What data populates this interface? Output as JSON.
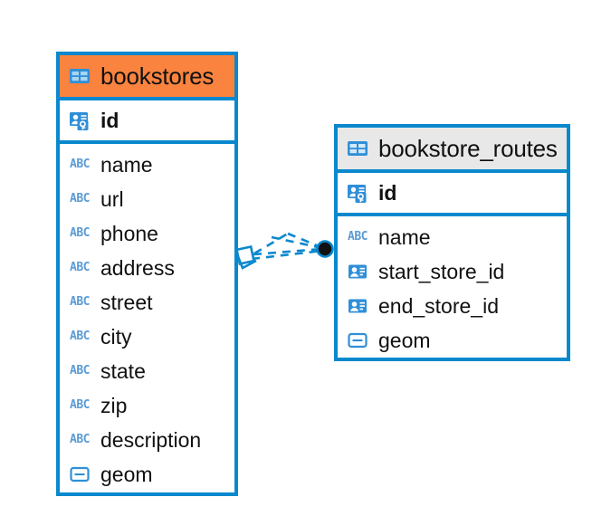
{
  "diagram": {
    "type": "entity-relationship-diagram",
    "background": "#ffffff",
    "accent_color": "#0a88ce",
    "highlight_color": "#f9833f",
    "header_gray": "#e8e8e8",
    "icon_blue": "#2f8fd8",
    "abc_blue": "#5b9bd5"
  },
  "entities": [
    {
      "name": "bookstores",
      "title": "bookstores",
      "header_style": "orange",
      "table_icon": "table-icon",
      "primary_key": {
        "label": "id",
        "icon": "primary-key-icon"
      },
      "fields": [
        {
          "label": "name",
          "icon": "abc-text-icon",
          "icon_text": "ABC"
        },
        {
          "label": "url",
          "icon": "abc-text-icon",
          "icon_text": "ABC"
        },
        {
          "label": "phone",
          "icon": "abc-text-icon",
          "icon_text": "ABC"
        },
        {
          "label": "address",
          "icon": "abc-text-icon",
          "icon_text": "ABC"
        },
        {
          "label": "street",
          "icon": "abc-text-icon",
          "icon_text": "ABC"
        },
        {
          "label": "city",
          "icon": "abc-text-icon",
          "icon_text": "ABC"
        },
        {
          "label": "state",
          "icon": "abc-text-icon",
          "icon_text": "ABC"
        },
        {
          "label": "zip",
          "icon": "abc-text-icon",
          "icon_text": "ABC"
        },
        {
          "label": "description",
          "icon": "abc-text-icon",
          "icon_text": "ABC"
        },
        {
          "label": "geom",
          "icon": "geometry-icon",
          "icon_text": ""
        }
      ]
    },
    {
      "name": "bookstore_routes",
      "title": "bookstore_routes",
      "header_style": "gray",
      "table_icon": "table-icon",
      "primary_key": {
        "label": "id",
        "icon": "primary-key-icon"
      },
      "fields": [
        {
          "label": "name",
          "icon": "abc-text-icon",
          "icon_text": "ABC"
        },
        {
          "label": "start_store_id",
          "icon": "foreign-key-icon",
          "icon_text": ""
        },
        {
          "label": "end_store_id",
          "icon": "foreign-key-icon",
          "icon_text": ""
        },
        {
          "label": "geom",
          "icon": "geometry-icon",
          "icon_text": ""
        }
      ]
    }
  ],
  "relationship": {
    "from_entity": "bookstores",
    "to_entity": "bookstore_routes",
    "from_marker": "crows-foot-marker",
    "to_marker": "filled-circle-marker",
    "line_style": "dashed",
    "color": "#0a88ce"
  }
}
